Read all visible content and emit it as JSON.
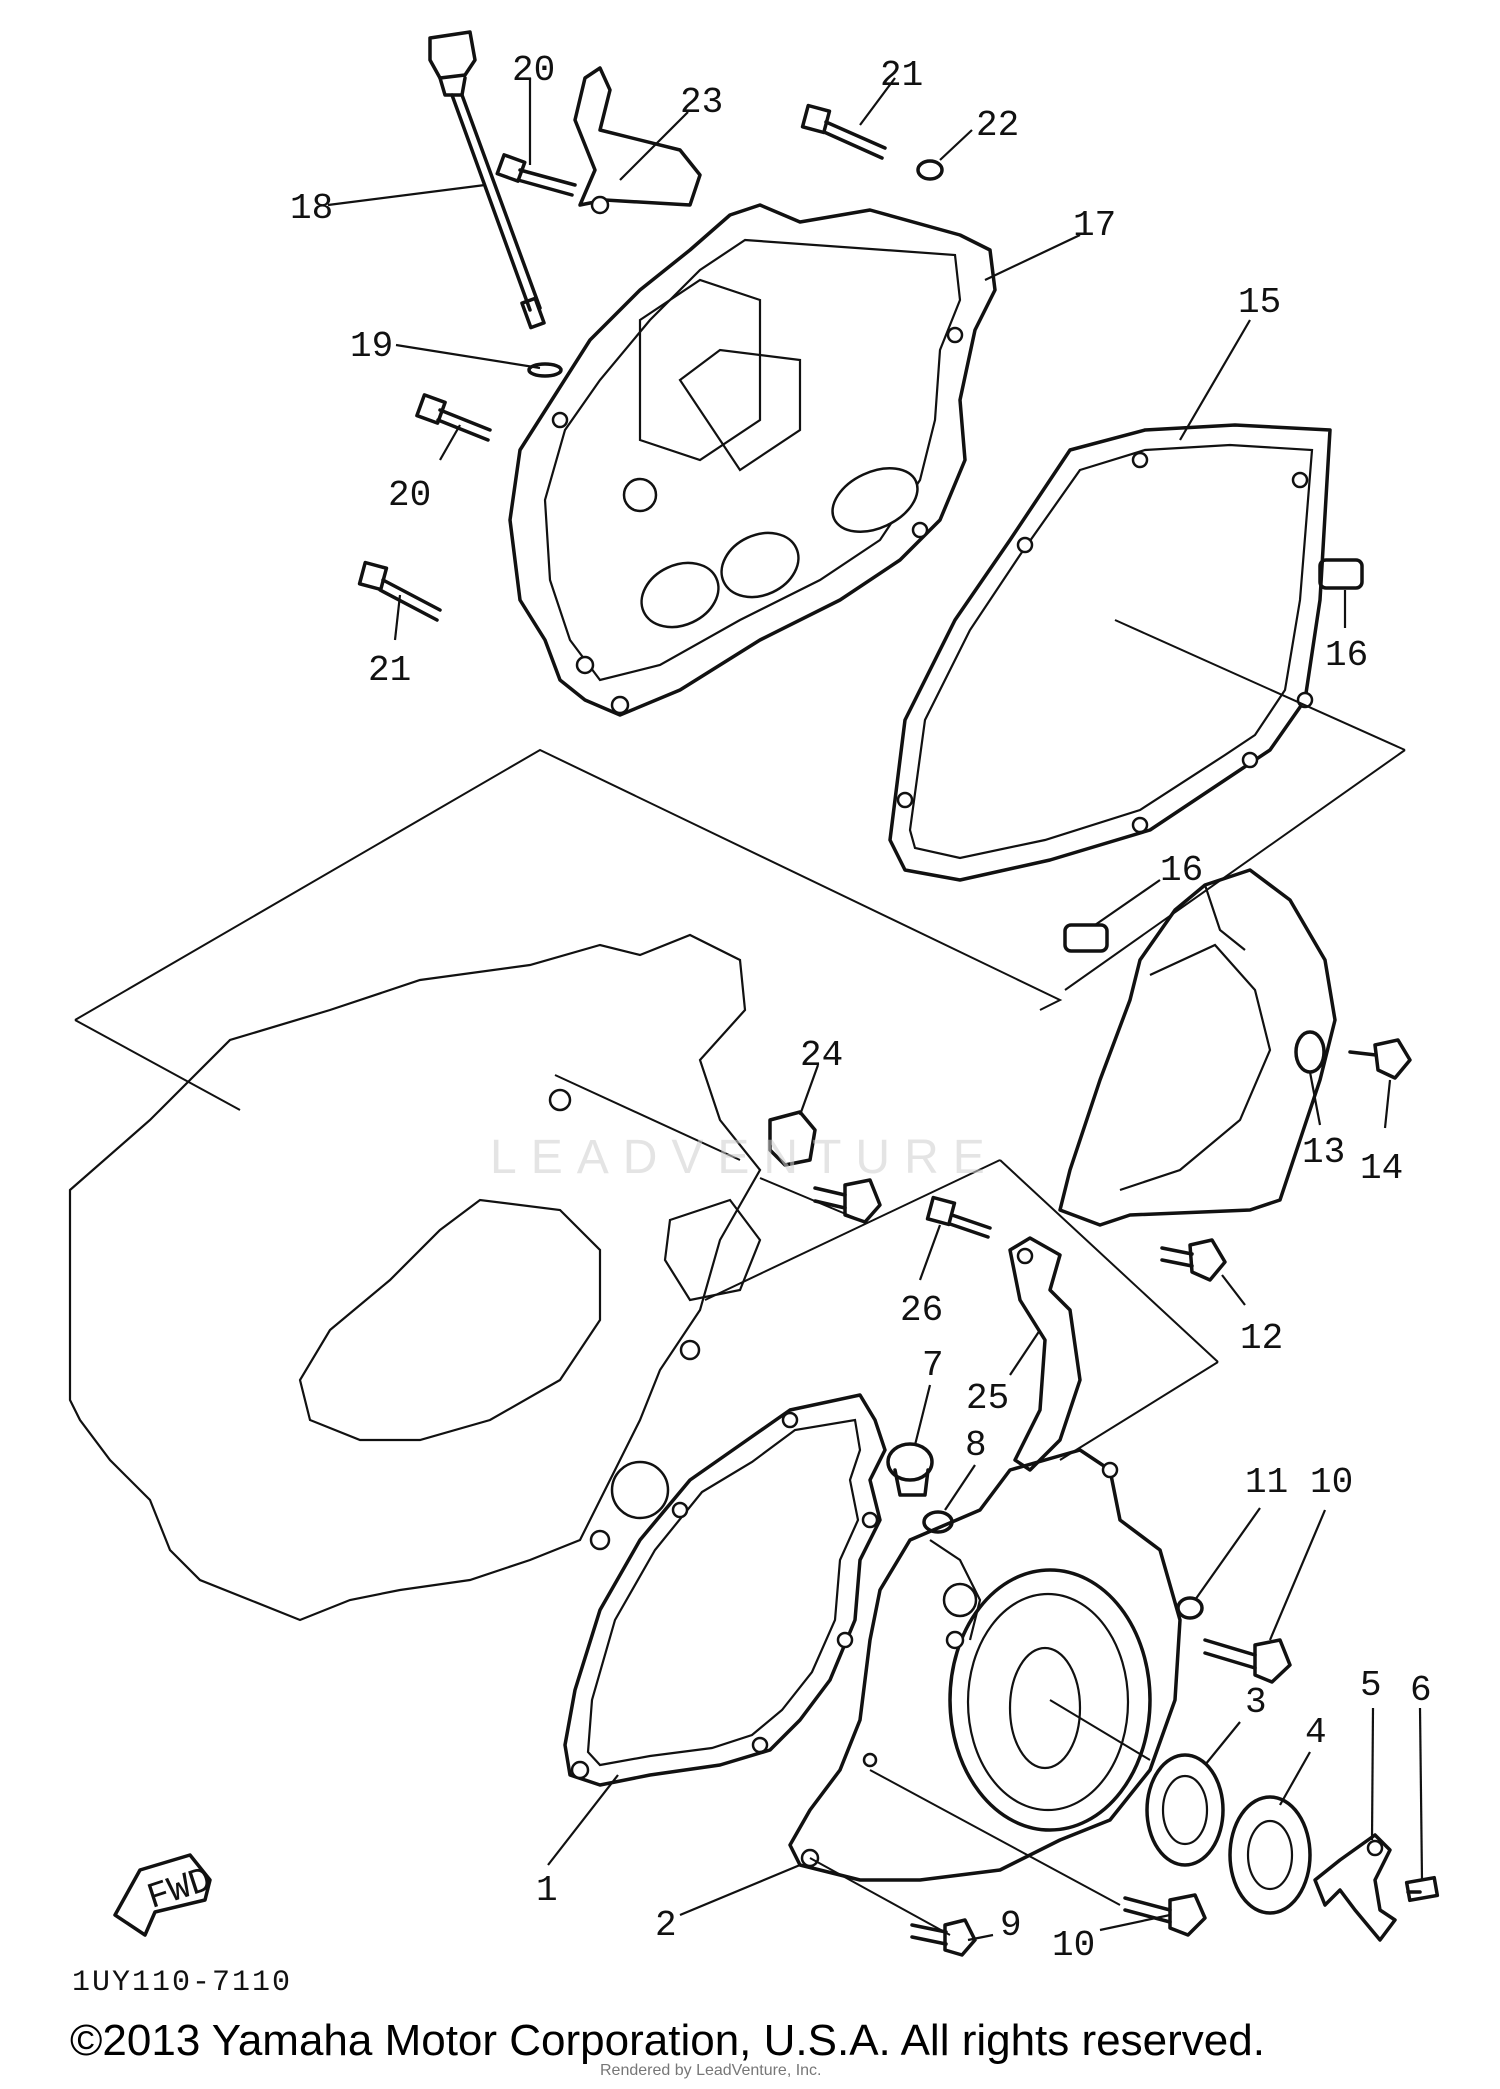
{
  "diagram": {
    "code": "1UY110-7110",
    "fwd_label": "FWD",
    "watermark": "LEADVENTURE",
    "copyright": "©2013 Yamaha Motor Corporation, U.S.A. All rights reserved.",
    "rendered_by": "Rendered by LeadVenture, Inc.",
    "callouts": [
      {
        "id": "c1",
        "label": "1"
      },
      {
        "id": "c2",
        "label": "2"
      },
      {
        "id": "c3",
        "label": "3"
      },
      {
        "id": "c4",
        "label": "4"
      },
      {
        "id": "c5",
        "label": "5"
      },
      {
        "id": "c6",
        "label": "6"
      },
      {
        "id": "c7",
        "label": "7"
      },
      {
        "id": "c8",
        "label": "8"
      },
      {
        "id": "c9",
        "label": "9"
      },
      {
        "id": "c10a",
        "label": "10"
      },
      {
        "id": "c10b",
        "label": "10"
      },
      {
        "id": "c11",
        "label": "11"
      },
      {
        "id": "c12",
        "label": "12"
      },
      {
        "id": "c13",
        "label": "13"
      },
      {
        "id": "c14",
        "label": "14"
      },
      {
        "id": "c15",
        "label": "15"
      },
      {
        "id": "c16a",
        "label": "16"
      },
      {
        "id": "c16b",
        "label": "16"
      },
      {
        "id": "c17",
        "label": "17"
      },
      {
        "id": "c18",
        "label": "18"
      },
      {
        "id": "c19",
        "label": "19"
      },
      {
        "id": "c20a",
        "label": "20"
      },
      {
        "id": "c20b",
        "label": "20"
      },
      {
        "id": "c21a",
        "label": "21"
      },
      {
        "id": "c21b",
        "label": "21"
      },
      {
        "id": "c22",
        "label": "22"
      },
      {
        "id": "c23",
        "label": "23"
      },
      {
        "id": "c24",
        "label": "24"
      },
      {
        "id": "c25",
        "label": "25"
      },
      {
        "id": "c26",
        "label": "26"
      }
    ]
  }
}
